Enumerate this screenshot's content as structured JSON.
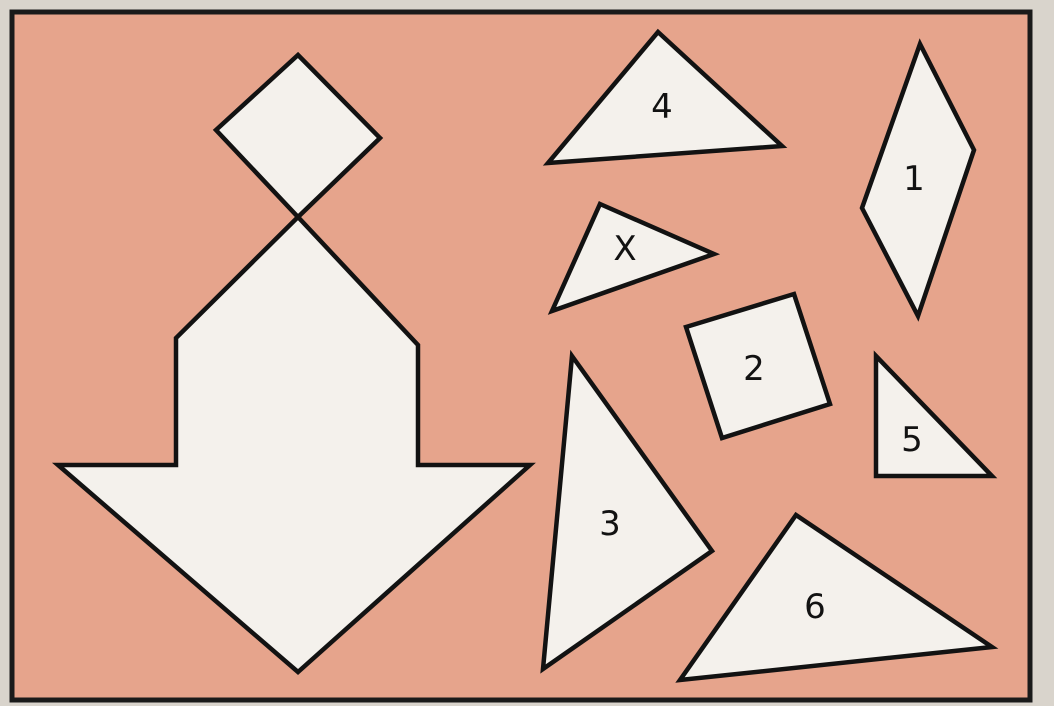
{
  "colors": {
    "board": "#e6a48c",
    "piece": "#f4f1ec",
    "outline": "#121212",
    "margin": "#d9d4cc"
  },
  "pieces": [
    {
      "id": "rhombus",
      "label": "1"
    },
    {
      "id": "square",
      "label": "2"
    },
    {
      "id": "large-triangle-left",
      "label": "3"
    },
    {
      "id": "medium-triangle",
      "label": "4"
    },
    {
      "id": "small-triangle-right",
      "label": "5"
    },
    {
      "id": "large-triangle-bottom",
      "label": "6"
    },
    {
      "id": "small-triangle-marked",
      "label": "X"
    }
  ]
}
